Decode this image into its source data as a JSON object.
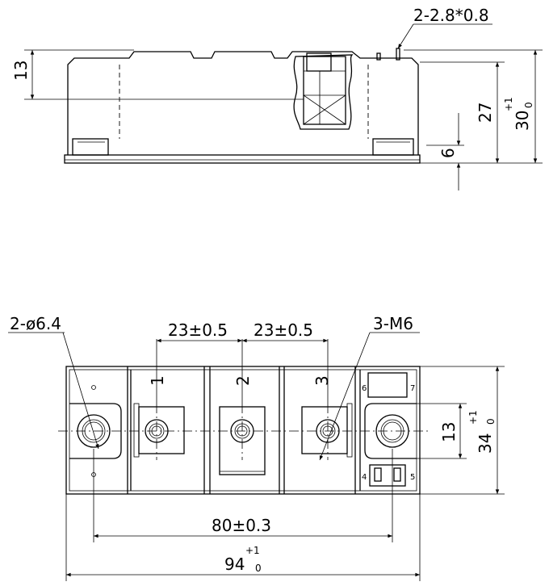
{
  "side_view": {
    "dim_height_13": "13",
    "dim_pins": "2-2.8*0.8",
    "dim_27": "27",
    "dim_30": "30",
    "dim_30_tol_plus": "+1",
    "dim_30_tol_minus": "0",
    "dim_6": "6"
  },
  "top_view": {
    "dim_holes": "2-ø6.4",
    "dim_pitch_left": "23±0.5",
    "dim_pitch_right": "23±0.5",
    "dim_thread": "3-M6",
    "dim_13": "13",
    "dim_34": "34",
    "dim_34_tol_plus": "+1",
    "dim_34_tol_minus": "0",
    "dim_80": "80±0.3",
    "dim_94": "94",
    "dim_94_tol_plus": "+1",
    "dim_94_tol_minus": "0",
    "terminal_1": "1",
    "terminal_2": "2",
    "terminal_3": "3",
    "pin_4": "4",
    "pin_5": "5",
    "pin_6": "6",
    "pin_7": "7"
  }
}
